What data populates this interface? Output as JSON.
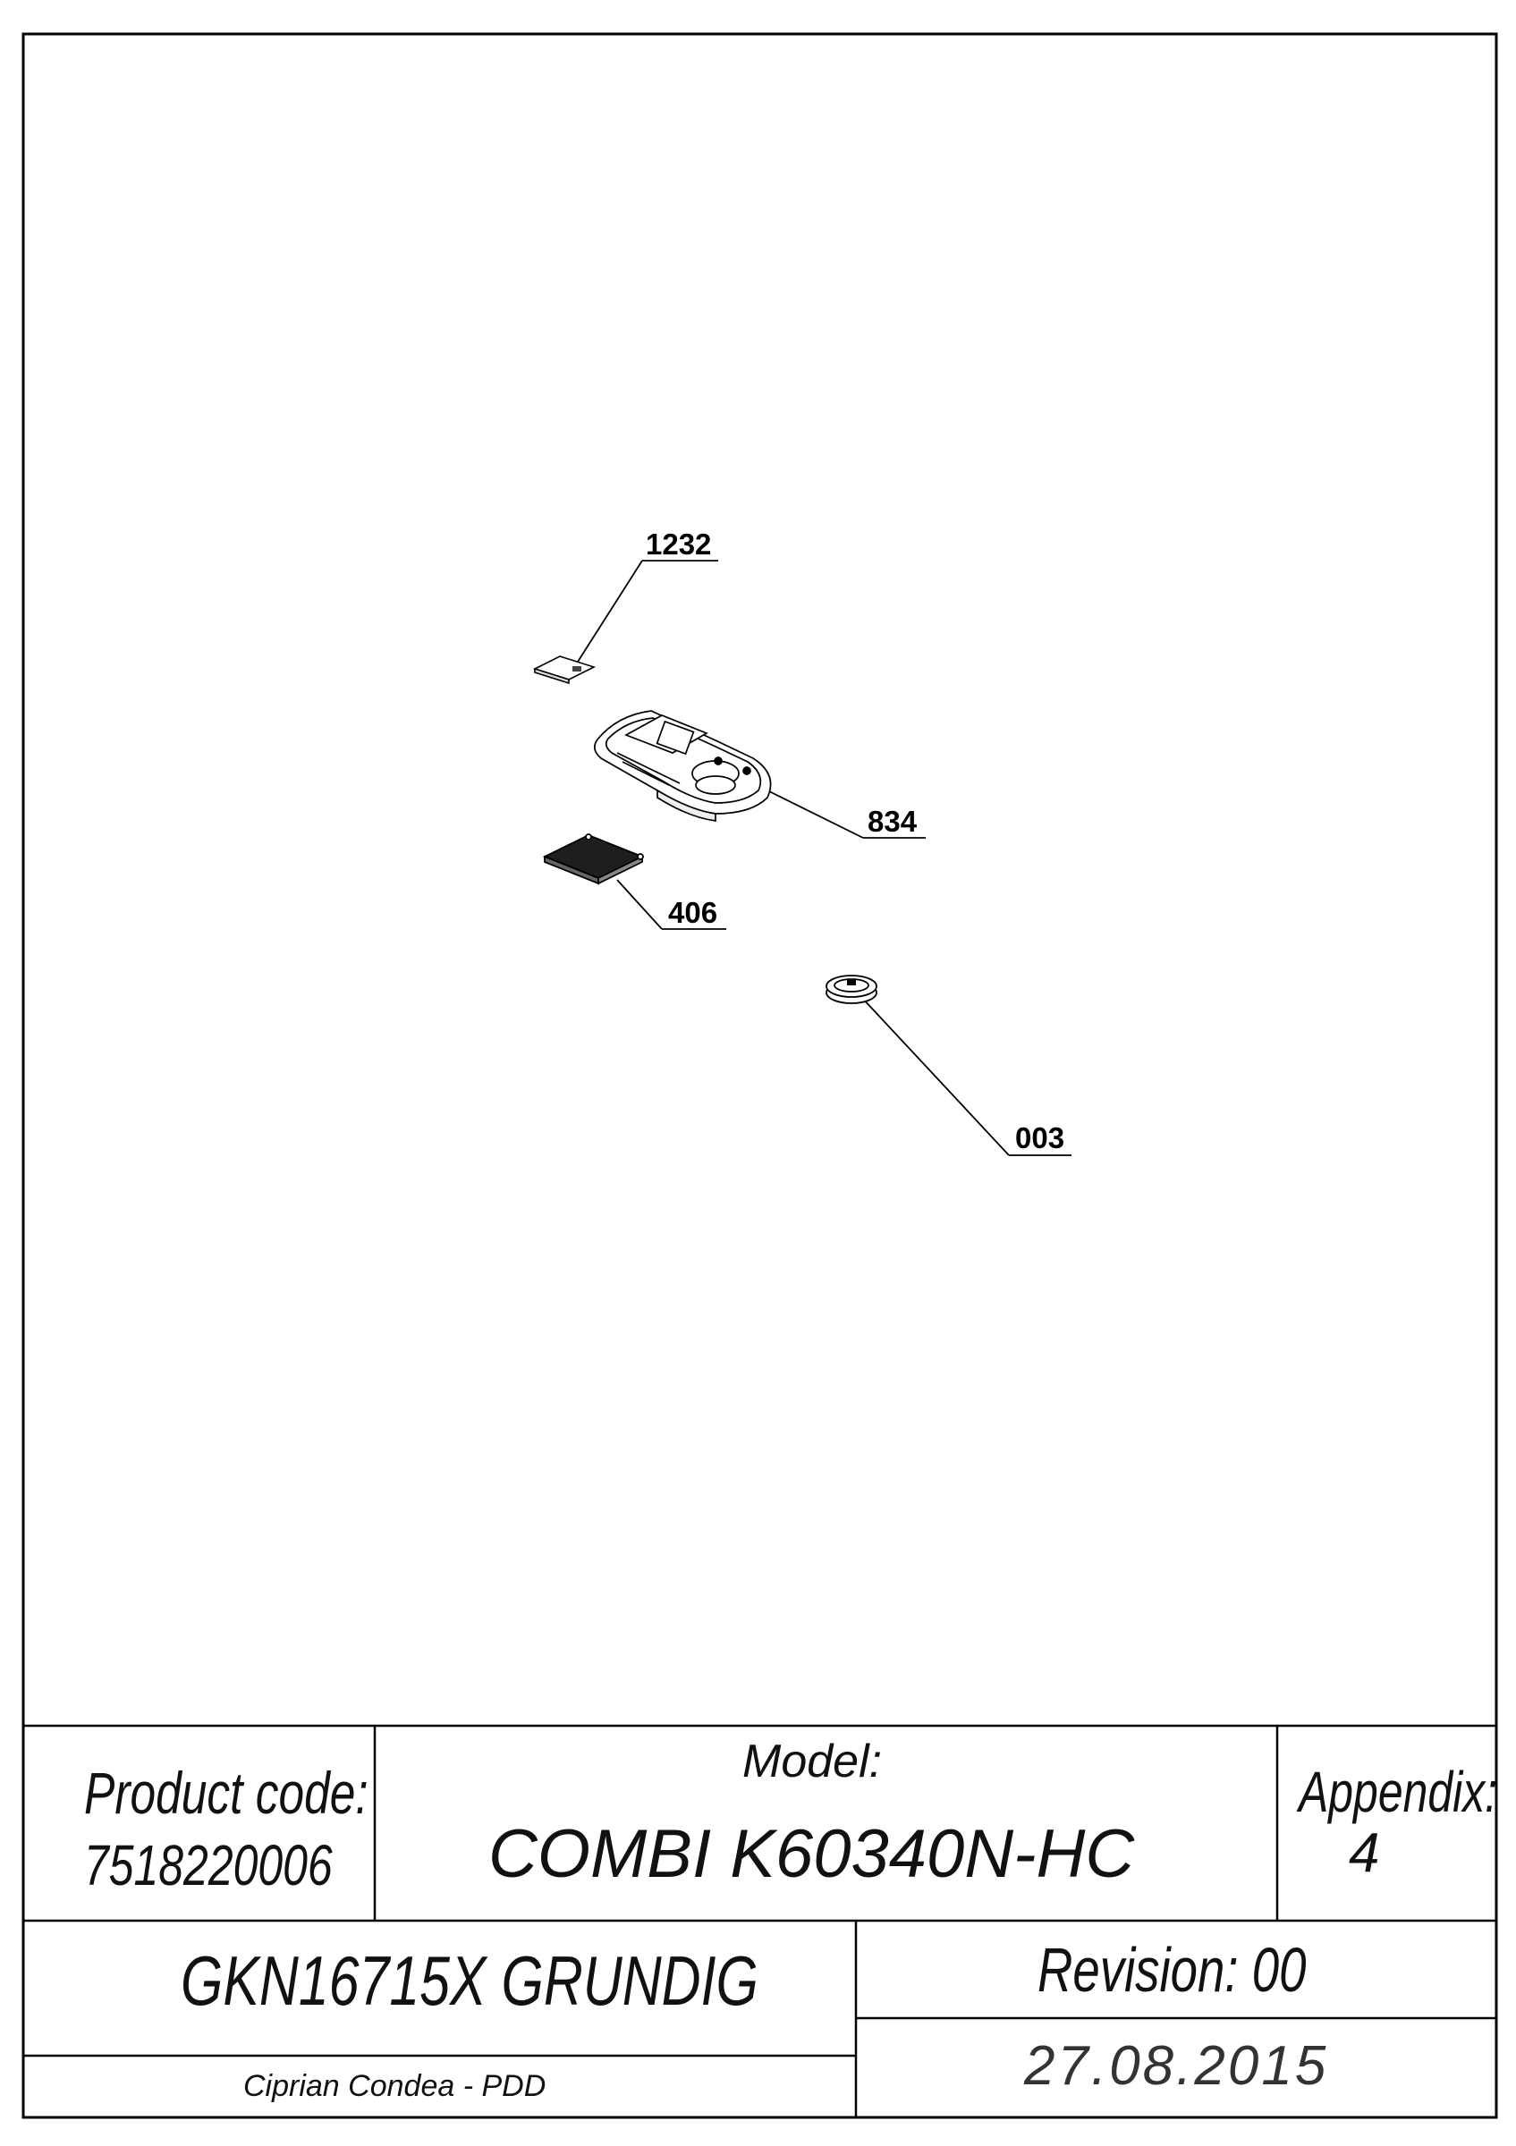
{
  "callouts": [
    {
      "id": "1232",
      "label": "1232"
    },
    {
      "id": "834",
      "label": "834"
    },
    {
      "id": "406",
      "label": "406"
    },
    {
      "id": "003",
      "label": "003"
    }
  ],
  "title_block": {
    "product_code_label": "Product code:",
    "product_code_value": "7518220006",
    "model_label": "Model:",
    "model_value": "COMBI K60340N-HC",
    "appendix_label": "Appendix:",
    "appendix_value": "4",
    "product_name": "GKN16715X GRUNDIG",
    "revision": "Revision: 00",
    "author": "Ciprian Condea - PDD",
    "date": "27.08.2015"
  }
}
